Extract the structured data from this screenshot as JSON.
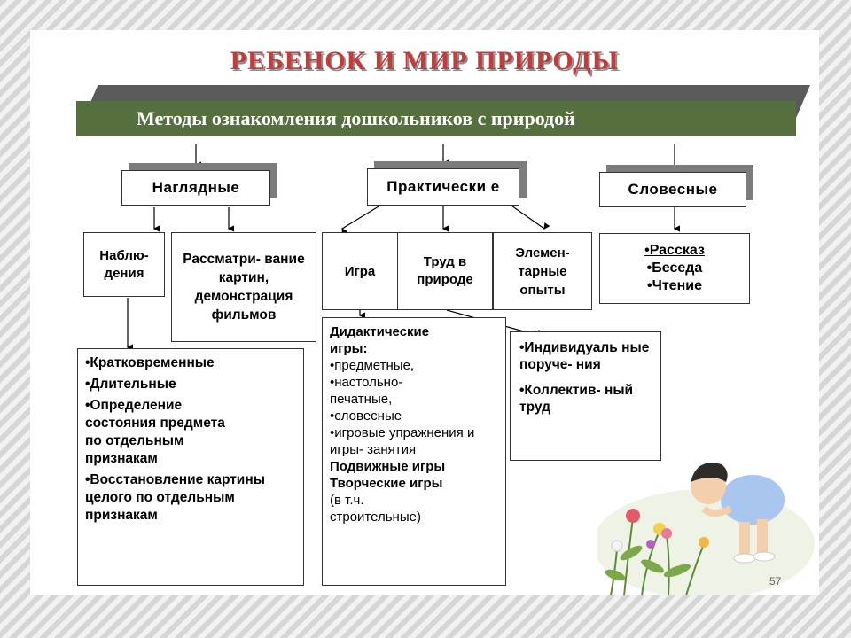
{
  "title": "РЕБЕНОК И МИР ПРИРОДЫ",
  "subtitle": "Методы ознакомления дошкольников с природой",
  "categories": {
    "visual": "Наглядные",
    "practical": "Практически е",
    "verbal": "Словесные"
  },
  "visual_methods": {
    "observation": "Наблю- дения",
    "pictures": "Рассматри- вание картин, демонстрация фильмов"
  },
  "practical_methods": {
    "game": "Игра",
    "labor": "Труд в природе",
    "experiments": "Элемен- тарные опыты"
  },
  "verbal_methods": [
    "•Рассказ",
    "•Беседа",
    "•Чтение"
  ],
  "observation_types": [
    "•Кратковременные",
    "•Длительные",
    "•Определение состояния предмета по отдельным признакам",
    "•Восстановление картины целого по отдельным признакам"
  ],
  "games": {
    "didactic_title": "Дидактические игры:",
    "didactic_items": [
      "•предметные,",
      "•настольно- печатные,",
      "•словесные",
      "•игровые упражнения и игры- занятия"
    ],
    "mobile": "Подвижные игры",
    "creative": "Творческие игры",
    "creative_note": "(в т.ч. строительные)"
  },
  "labor_forms": [
    "•Индивидуаль ные поруче- ния",
    "•Коллектив- ный труд"
  ],
  "page_number": "57",
  "colors": {
    "title_red": "#c63a3a",
    "banner_green": "#55703e",
    "shadow_gray": "#7c7c7c"
  }
}
